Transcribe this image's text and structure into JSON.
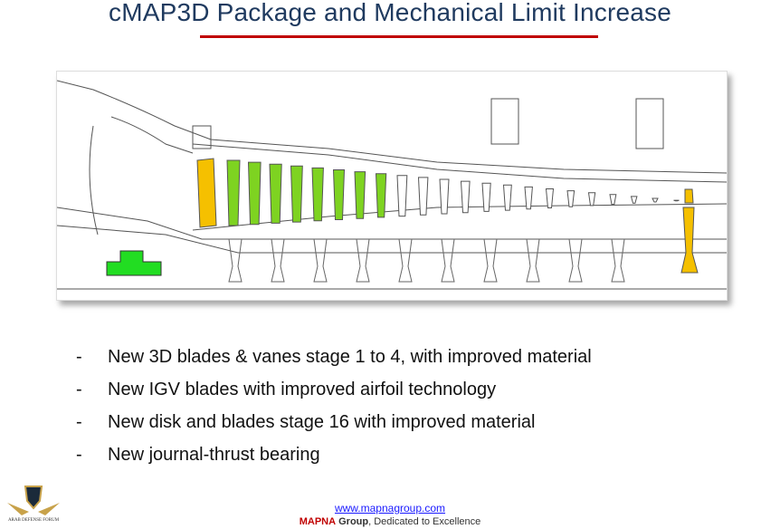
{
  "title": "cMAP3D Package and Mechanical Limit Increase",
  "colors": {
    "title": "#1f3a5f",
    "accent_rule": "#c00000",
    "igv": "#f5c000",
    "new_blades": "#7ed321",
    "brand": "#c00000"
  },
  "bullets": [
    {
      "marker": "-",
      "text": "New 3D blades & vanes stage 1 to 4, with improved material"
    },
    {
      "marker": "-",
      "text": "New IGV blades with improved airfoil technology"
    },
    {
      "marker": "-",
      "text": "New disk and blades stage 16 with improved material"
    },
    {
      "marker": "-",
      "text": "New journal-thrust bearing"
    }
  ],
  "footer": {
    "link": "www.mapnagroup.com",
    "brand": "MAPNA",
    "group": "Group",
    "tagline": ", Dedicated to Excellence"
  },
  "watermark": {
    "text": "ARAB DEFENSE FORUM"
  }
}
